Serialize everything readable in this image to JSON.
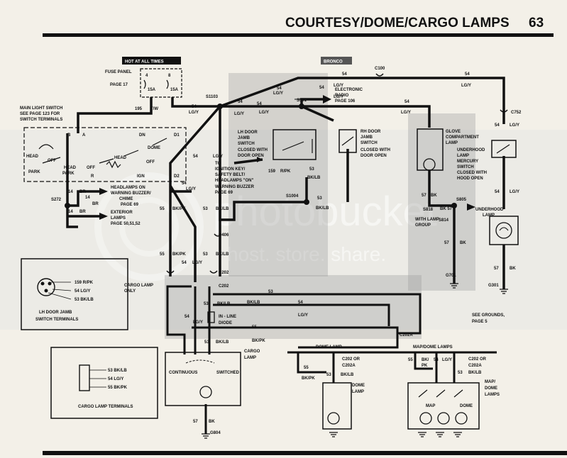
{
  "header": {
    "title": "COURTESY/DOME/CARGO LAMPS",
    "page_number": "63"
  },
  "watermark": {
    "brand": "photobucket",
    "tagline": "host. store. share."
  },
  "labels": {
    "hot": "HOT AT ALL TIMES",
    "bronco": "BRONCO",
    "fuse_panel": "FUSE PANEL",
    "fuse_page": "PAGE 17",
    "fuse4": "4",
    "fuse8": "8",
    "fuse15a1": "15A",
    "fuse15a2": "15A",
    "w195": "195",
    "tw": "T/W",
    "mls1": "MAIN LIGHT SWITCH",
    "mls2": "SEE PAGE 123 FOR",
    "mls3": "SWITCH TERMINALS",
    "B": "B",
    "A": "A",
    "DN": "DN",
    "D1": "D1",
    "D2": "D2",
    "dome": "DOME",
    "head1": "HEAD",
    "off1": "OFF",
    "head2": "HEAD",
    "park1": "PARK",
    "park2": "PARK",
    "off2": "OFF",
    "head3": "HEAD",
    "off3": "OFF",
    "R": "R",
    "ign": "IGN",
    "n14a": "14",
    "br1": "BR",
    "n14b": "14",
    "br2": "BR",
    "n14c": "14",
    "br3": "BR",
    "s272": "S272",
    "hl1": "HEADLAMPS ON",
    "hl2": "WARNING BUZZER/",
    "hl3": "CHIME",
    "hl4": "PAGE 69",
    "ext1": "EXTERIOR",
    "ext2": "LAMPS",
    "ext3": "PAGE 50,51,52",
    "s1103": "S1103",
    "n54a": "54",
    "lgy_a": "LG/Y",
    "n54b": "54",
    "lgy_b": "LG/Y",
    "n54c": "54",
    "lgy_c": "LG/Y",
    "s501": "S501",
    "n54d": "54",
    "lgy_d": "LG/Y",
    "er1": "ELECTRONIC",
    "er2": "RADIO",
    "er3": "PAGE 106",
    "c100": "C100",
    "n54e": "54",
    "lgy_e": "LG/Y",
    "n54f": "54",
    "lgy_f": "LG/Y",
    "n54g": "54",
    "lgy_g": "LG/Y",
    "n54h": "54",
    "lgy_h": "LG/Y",
    "c752": "C752",
    "n54i": "54",
    "lgy_i": "LG/Y",
    "lhd1": "LH DOOR",
    "lhd2": "JAMB",
    "lhd3": "SWITCH",
    "lhd4": "CLOSED WITH",
    "lhd5": "DOOR OPEN",
    "rhd1": "RH DOOR",
    "rhd2": "JAMB",
    "rhd3": "SWITCH",
    "rhd4": "CLOSED WITH",
    "rhd5": "DOOR OPEN",
    "gcl1": "GLOVE",
    "gcl2": "COMPARTMENT",
    "gcl3": "LAMP",
    "uhl1": "UNDERHOOD",
    "uhl2": "LAMP",
    "uhl3": "MERCURY",
    "uhl4": "SWITCH",
    "uhl5": "CLOSED WITH",
    "uhl6": "HOOD OPEN",
    "n54j": "54",
    "lgy_j": "LG/Y",
    "to1": "TO",
    "to2": "IGNITION KEY/",
    "to3": "SAFETY BELT/",
    "to4": "HEADLAMPS \"ON\"",
    "to5": "WARNING BUZZER",
    "to6": "PAGE 69",
    "n159": "159",
    "rpk": "R/PK",
    "n53a": "53",
    "bklb_a": "BK/LB",
    "s1004": "S1004",
    "n53b": "53",
    "bklb_b": "BK/LB",
    "n54k": "54",
    "lgy_k": "LG/Y",
    "n55a": "55",
    "bkpk_a": "BK/PK",
    "n53c": "53",
    "bklb_c": "BK/LB",
    "c406": "C406",
    "n55b": "55",
    "bkpk_b": "BK/PK",
    "n53d": "53",
    "bklb_d": "BK/LB",
    "n54l": "54",
    "lgy_l": "LG/Y",
    "c202a_top": "C202",
    "n57a": "57",
    "bk_a": "BK",
    "s805": "S805",
    "s818": "S818",
    "bk57": "BK 57",
    "wlg1": "WITH LAMP",
    "wlg2": "GROUP",
    "s814": "S814",
    "uhl_1": "UNDERHOOD",
    "uhl_2": "LAMP",
    "n57b": "57",
    "bk_b": "BK",
    "n57c": "57",
    "bk_c": "BK",
    "g701": "G701",
    "g301": "G301",
    "n57d": "57",
    "bk_d": "BK",
    "terms_title1": "LH DOOR JAMB",
    "terms_title2": "SWITCH TERMINALS",
    "lt1": "159 R/PK",
    "lt2": "54 LG/Y",
    "lt3": "53 BK/LB",
    "clo1": "CARGO LAMP",
    "clo2": "ONLY",
    "c202b": "C202",
    "n53e": "53",
    "bklb_e": "BK/LB",
    "n54m": "54",
    "lgy_m": "LG/Y",
    "n53f": "53",
    "bklb_f": "BK/LB",
    "n54n": "54",
    "lgy_n": "LG/Y",
    "inl1": "IN - LINE",
    "inl2": "DIODE",
    "n54o": "54",
    "lgy_o": "LG/Y",
    "n55c": "55",
    "bkpk_c": "BK/PK",
    "n55d": "55",
    "bkpk_d": "BK/PK",
    "c202a": "C202A",
    "n53g": "53",
    "bklb_g": "BK/LB",
    "cl1": "CARGO",
    "cl2": "LAMP",
    "cont": "CONTINUOUS",
    "sw": "SWITCHED",
    "n57e": "57",
    "bk_e": "BK",
    "g804": "G804",
    "sg1": "SEE GROUNDS,",
    "sg2": "PAGE 5",
    "dl": "DOME LAMP",
    "mdl": "MAP/DOME LAMPS",
    "n55e": "55",
    "c202or1": "C202 OR",
    "c202a1": "C202A",
    "n53h": "53",
    "bklb_h": "BK/LB",
    "bkpk_e": "BK/PK",
    "dlb1": "DOME",
    "dlb2": "LAMP",
    "n55f": "55",
    "bkpk_f": "BK/",
    "pk_f": "PK",
    "n54p": "54",
    "lgy_p": "LG/Y",
    "c202or2": "C202 OR",
    "c202a2": "C202A",
    "n53i": "53",
    "bklb_i": "BK/LB",
    "mdb1": "MAP/",
    "mdb2": "DOME",
    "mdb3": "LAMPS",
    "map": "MAP",
    "dome2": "DOME",
    "ct1": "53 BK/LB",
    "ct2": "54 LG/Y",
    "ct3": "55 BK/PK",
    "clt": "CARGO LAMP TERMINALS"
  }
}
